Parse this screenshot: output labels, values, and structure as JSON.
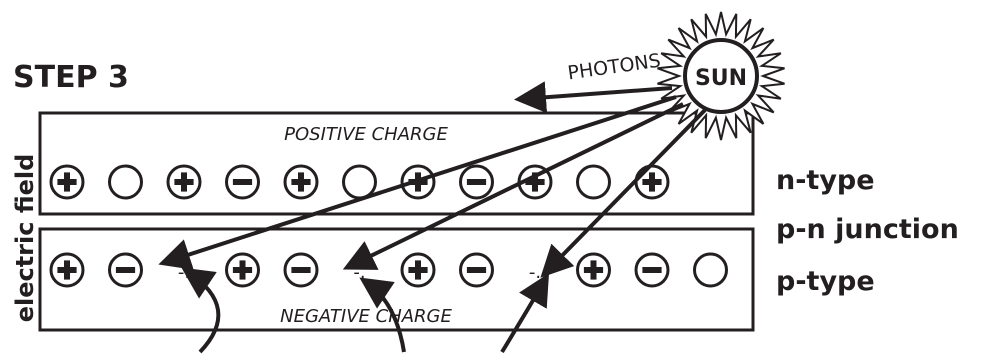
{
  "step_title": "STEP 3",
  "side_label": "electric field",
  "sun_label": "SUN",
  "photons_label": "PHOTONS",
  "top_band": {
    "label": "POSITIVE CHARGE",
    "particles": [
      "positive",
      "neutral",
      "positive",
      "negative",
      "positive",
      "neutral",
      "positive",
      "negative",
      "positive",
      "neutral",
      "positive"
    ]
  },
  "bottom_band": {
    "label": "NEGATIVE CHARGE",
    "particles": [
      "positive",
      "negative",
      "hole",
      "positive",
      "negative",
      "hole",
      "positive",
      "negative",
      "hole",
      "positive",
      "negative",
      "neutral"
    ]
  },
  "region_labels": {
    "n_type": "n-type",
    "junction": "p-n junction",
    "p_type": "p-type"
  },
  "colors": {
    "ink": "#231f20",
    "background": "#ffffff"
  }
}
